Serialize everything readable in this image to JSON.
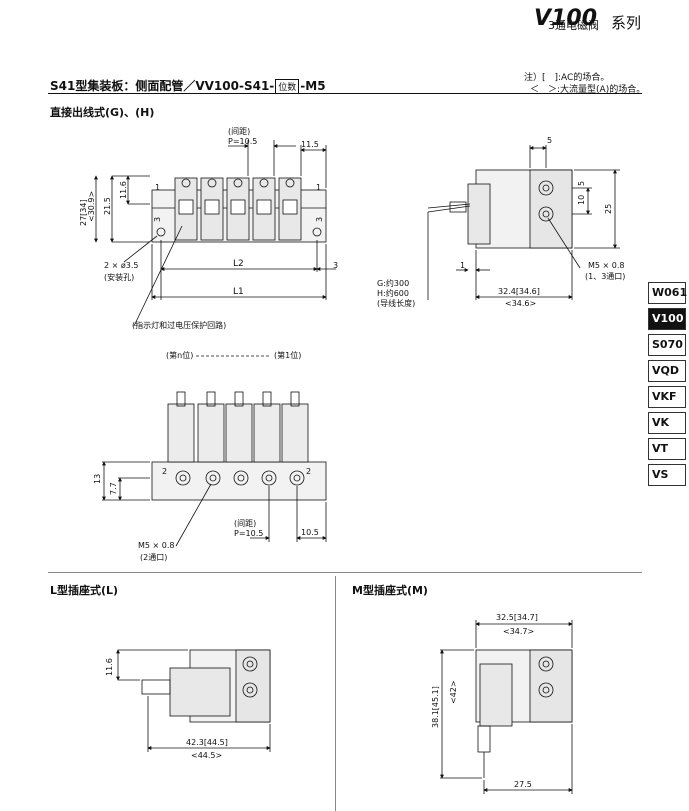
{
  "header": {
    "subtitle": "3通电磁阀",
    "model": "V100",
    "series": "系列"
  },
  "section": {
    "title_pre": "S41型集装板：侧面配管／VV100-S41-",
    "title_box": "位数",
    "title_post": "-M5"
  },
  "notes": {
    "line1": "注）[　]:AC的场合。",
    "line2": "＜　＞:大流量型(A)的场合。"
  },
  "subtitles": {
    "direct": "直接出线式(G)、(H)",
    "l_type": "L型插座式(L)",
    "m_type": "M型插座式(M)"
  },
  "side_tabs": [
    {
      "label": "W061",
      "active": false
    },
    {
      "label": "V100",
      "active": true
    },
    {
      "label": "S070",
      "active": false
    },
    {
      "label": "VQD",
      "active": false
    },
    {
      "label": "VKF",
      "active": false
    },
    {
      "label": "VK",
      "active": false
    },
    {
      "label": "VT",
      "active": false
    },
    {
      "label": "VS",
      "active": false
    }
  ],
  "drawing_top": {
    "pitch_label": "(间距)",
    "pitch_value": "P=10.5",
    "dim_11_5": "11.5",
    "dim_11_6": "11.6",
    "dim_21_5": "21.5",
    "dim_27": "27[34]",
    "dim_30_9": "<30.9>",
    "port_1_a": "1",
    "port_1_b": "1",
    "port_3_a": "3",
    "port_3_b": "3",
    "mount_hole": "2 × ø3.5",
    "mount_hole_note": "(安装孔)",
    "L2": "L2",
    "L1": "L1",
    "dim_3": "3",
    "indicator_note": "(指示灯和过电压保护回路)"
  },
  "drawing_side": {
    "dim_5": "5",
    "dim_10": "10",
    "dim_5b": "5",
    "dim_25": "25",
    "lead_G": "G:约300",
    "lead_H": "H:约600",
    "lead_note": "(导线长度)",
    "dim_1": "1",
    "dim_32_4": "32.4[34.6]",
    "dim_34_6": "<34.6>",
    "port_m5": "M5 × 0.8",
    "port_m5_note": "(1、3通口)"
  },
  "drawing_bottom": {
    "station_n": "(第n位)",
    "station_1": "(第1位)",
    "dim_13": "13",
    "dim_7_7": "7.7",
    "port_2a": "2",
    "port_2b": "2",
    "pitch_label": "(间距)",
    "pitch_value": "P=10.5",
    "dim_10_5": "10.5",
    "port_m5": "M5 × 0.8",
    "port_m5_note": "(2通口)"
  },
  "drawing_l": {
    "dim_11_6": "11.6",
    "dim_42_3": "42.3[44.5]",
    "dim_44_5": "<44.5>"
  },
  "drawing_m": {
    "dim_32_5": "32.5[34.7]",
    "dim_34_7": "<34.7>",
    "dim_38_1": "38.1[45.1]",
    "dim_42": "<42>",
    "dim_27_5": "27.5"
  }
}
